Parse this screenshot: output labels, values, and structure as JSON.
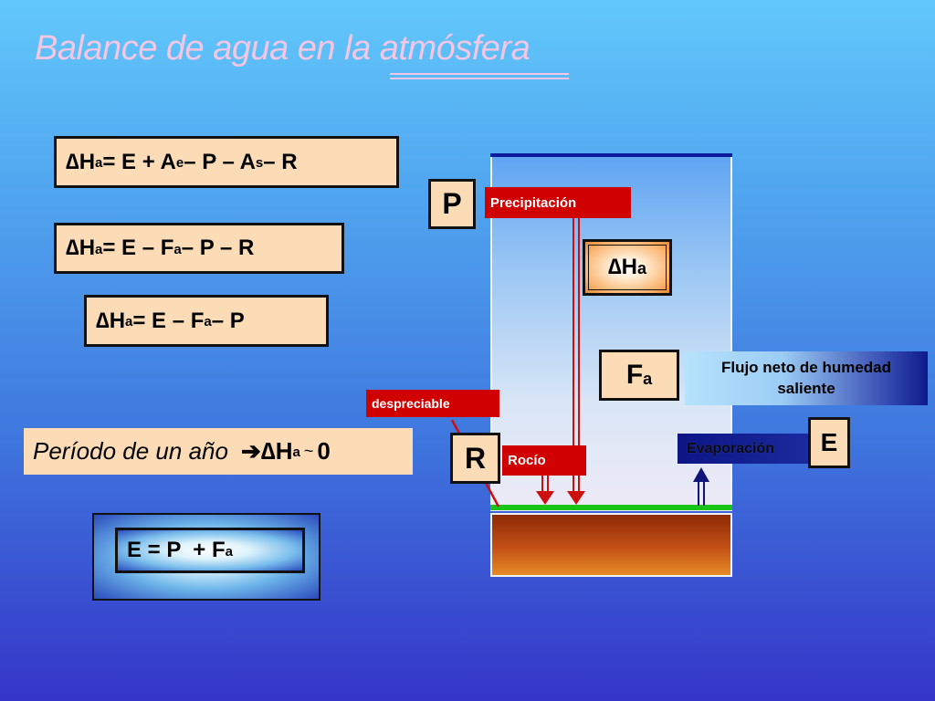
{
  "title": "Balance de agua en la atmósfera",
  "equations": {
    "eq1": {
      "delta": "∆",
      "h": "H",
      "sub_a": "a",
      "rest1": "= E + A",
      "sub_e": "e",
      "rest2": " – P – A",
      "sub_s": "s",
      "rest3": " – R"
    },
    "eq2": {
      "delta": "∆",
      "h": "H",
      "sub_a": "a",
      "rest1": " = E – F",
      "sub_a2": "a",
      "rest2": " – P – R"
    },
    "eq3": {
      "delta": "∆",
      "h": "H",
      "sub_a": "a",
      "rest1": " = E – F",
      "sub_a2": "a",
      "rest2": " – P"
    },
    "period": {
      "label": "Período de un año ",
      "arrow": "➔",
      "delta": " ∆",
      "h": "H",
      "sub_a": "a",
      "approx": " ~ ",
      "zero": "0"
    },
    "final": {
      "text": "E = P  + F",
      "sub_a": "a"
    }
  },
  "diagram": {
    "p_box": "P",
    "precipitacion_label": "Precipitación",
    "dha": {
      "delta": "∆",
      "h": "H",
      "sub_a": "a"
    },
    "fa": {
      "f": "F",
      "sub_a": "a"
    },
    "flujo_line1": "Flujo neto de humedad",
    "flujo_line2": "saliente",
    "despreciable_label": "despreciable",
    "r_box": "R",
    "rocio_label": "Rocío",
    "evaporacion_label": "Evaporación",
    "e_box": "E"
  },
  "colors": {
    "box_fill": "#fcdcb7",
    "red_label": "#d10000",
    "arrow_red": "#cc1010",
    "arrow_blue": "#10157a",
    "ground": "#18c418"
  }
}
